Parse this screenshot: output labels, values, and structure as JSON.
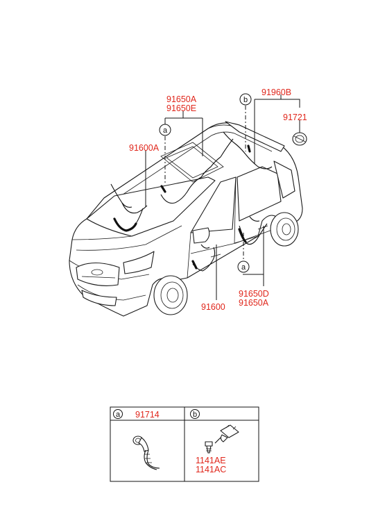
{
  "labels": {
    "p91650A_top": "91650A",
    "p91650E": "91650E",
    "p91600A": "91600A",
    "p91960B": "91960B",
    "p91721": "91721",
    "p91600": "91600",
    "p91650D": "91650D",
    "p91650A_bottom": "91650A",
    "p91714": "91714",
    "p1141AE": "1141AE",
    "p1141AC": "1141AC"
  },
  "callouts": {
    "a": "a",
    "b": "b"
  },
  "colors": {
    "part_number": "#e0261b",
    "line": "#111111"
  }
}
